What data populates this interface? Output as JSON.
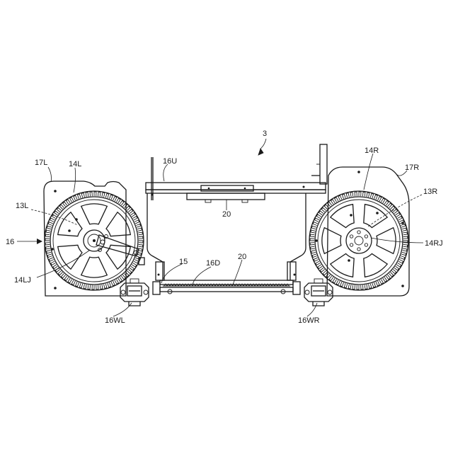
{
  "labels": {
    "saw": "3",
    "upper_frame": "16U",
    "cover_left": "17L",
    "wheel_left": "14L",
    "wheel_right": "14R",
    "cover_right": "17R",
    "axis_left": "13L",
    "axis_right": "13R",
    "frame": "16",
    "joint_left": "14LJ",
    "joint_right": "14RJ",
    "blade": "15",
    "lower_frame": "16D",
    "guide_upper": "20",
    "guide_lower": "20",
    "wheel_support_left": "16WL",
    "wheel_support_right": "16WR"
  }
}
